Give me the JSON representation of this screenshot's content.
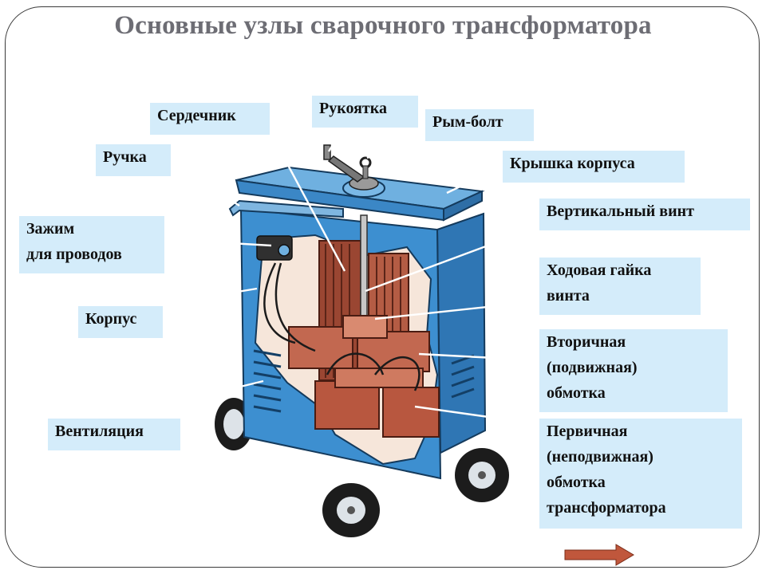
{
  "title": "Основные узлы сварочного трансформатора",
  "labels": {
    "core": "Сердечник",
    "crank": "Рукоятка",
    "eye_bolt": "Рым-болт",
    "handle": "Ручка",
    "cover": "Крышка корпуса",
    "clamp": "Зажим\nдля проводов",
    "vertical_screw": "Вертикальный винт",
    "housing": "Корпус",
    "running_nut": "Ходовая гайка\nвинта",
    "secondary_winding": "Вторичная\n(подвижная)\nобмотка",
    "ventilation": "Вентиляция",
    "primary_winding": "Первичная\n(неподвижная)\nобмотка\nтрансформатора"
  },
  "colors": {
    "housing": "#3d8fd0",
    "housing_dark": "#1f5f9a",
    "copper": "#a8503a",
    "label_bg": "#d4ecfa",
    "title": "#6d6d74",
    "arrow": "#c0573c"
  },
  "icons": {
    "next": "arrow-right-icon"
  }
}
